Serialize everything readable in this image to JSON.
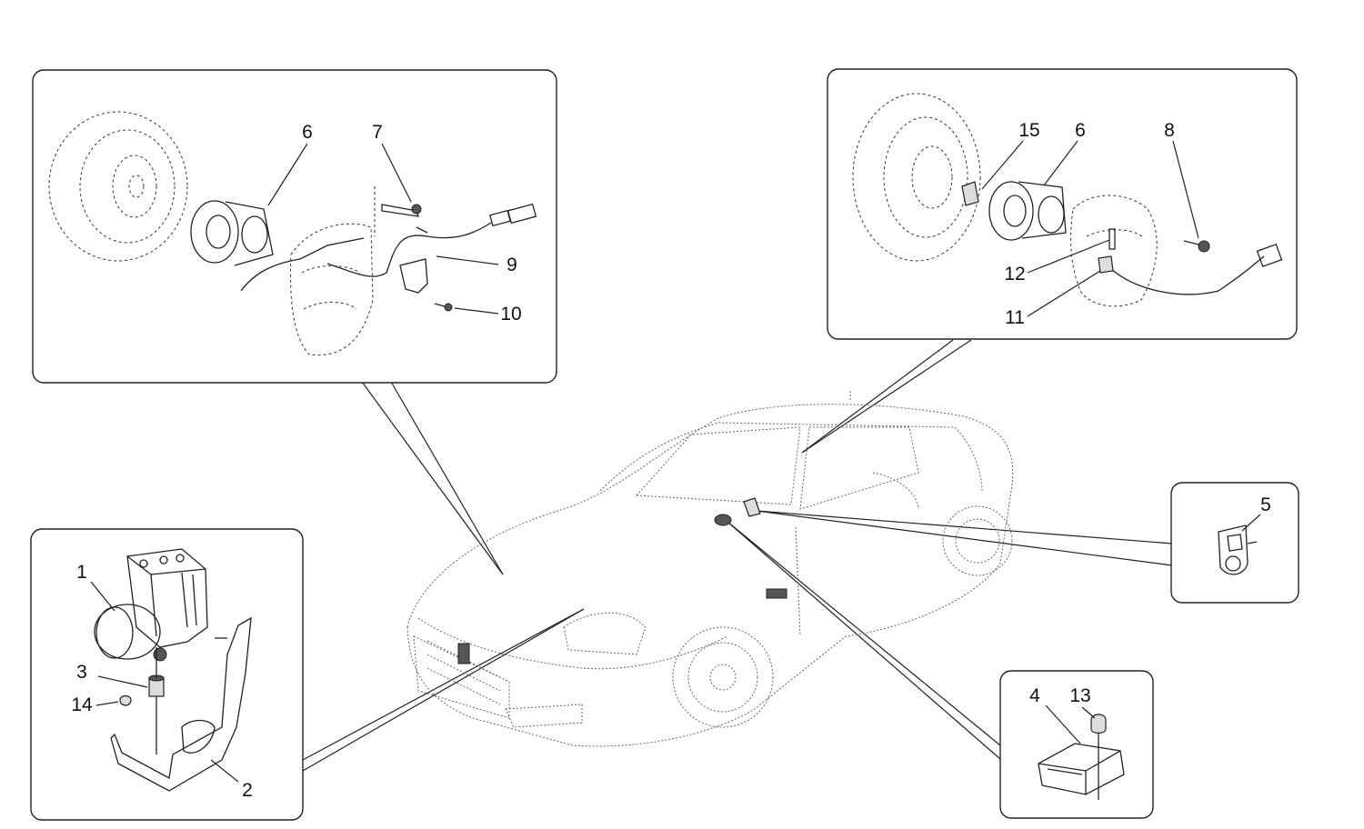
{
  "diagram": {
    "callouts": [
      "1",
      "2",
      "3",
      "4",
      "5",
      "6",
      "7",
      "8",
      "9",
      "10",
      "11",
      "12",
      "13",
      "14",
      "15"
    ],
    "panels": {
      "front_wheel": [
        "6",
        "7",
        "9",
        "10"
      ],
      "rear_wheel": [
        "15",
        "6",
        "8",
        "12",
        "11"
      ],
      "abs_unit": [
        "1",
        "3",
        "14",
        "2"
      ],
      "sensor_unit": [
        "4",
        "13"
      ],
      "bracket": [
        "5"
      ]
    }
  }
}
